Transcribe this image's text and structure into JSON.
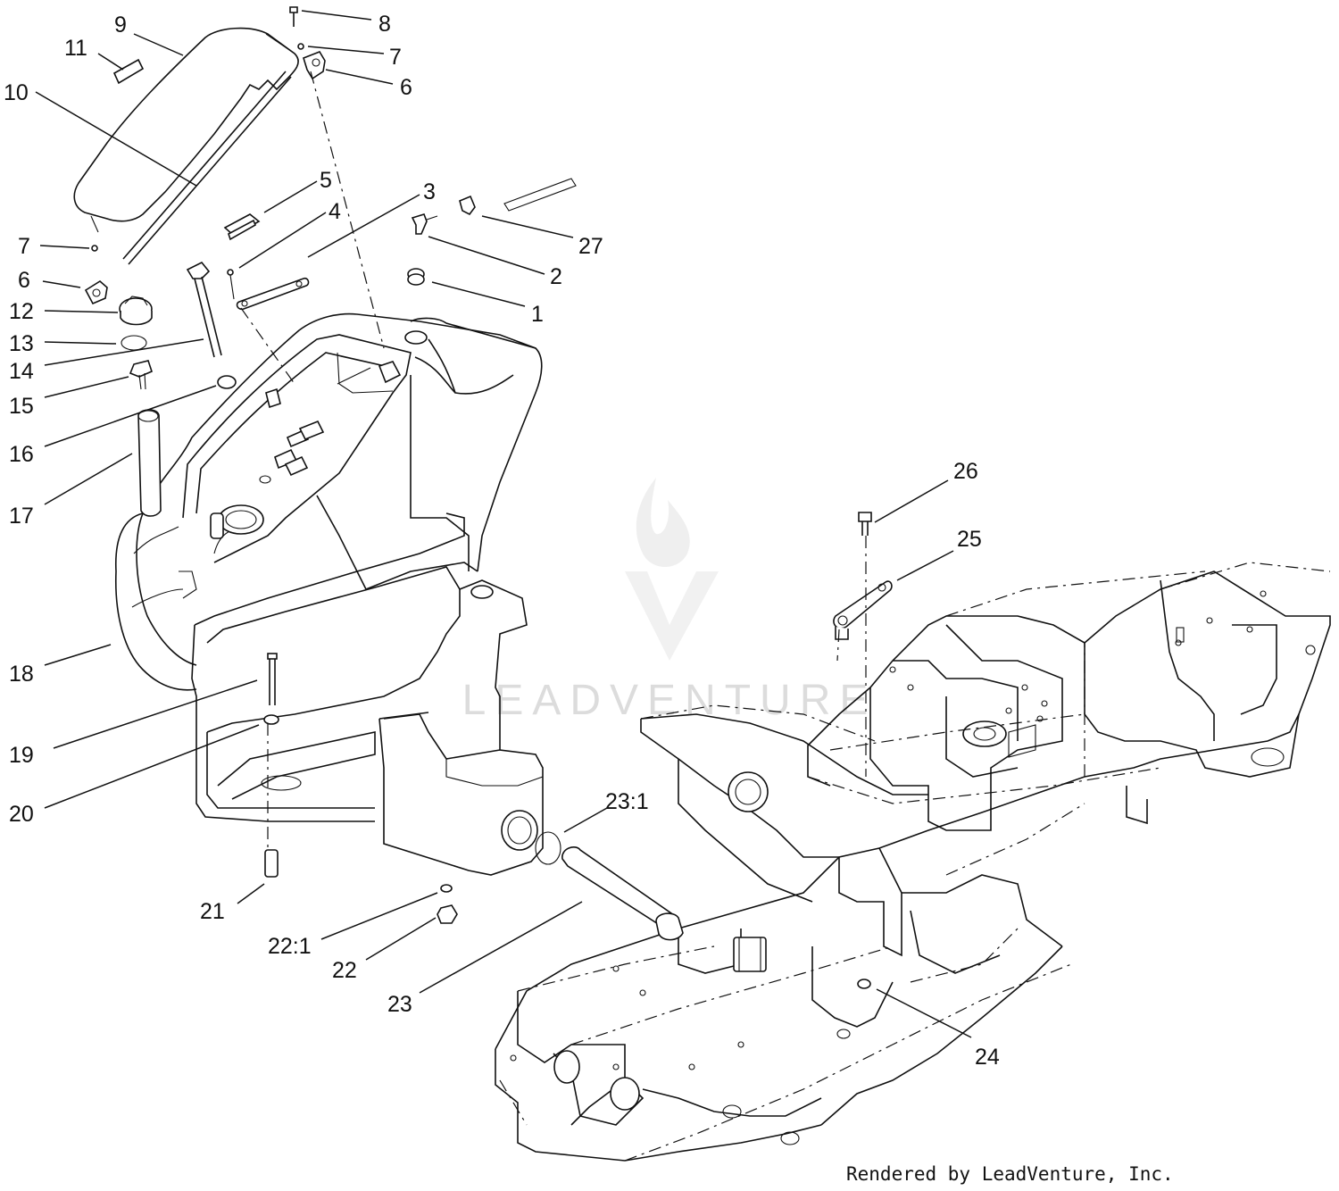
{
  "callouts": [
    {
      "id": "c9",
      "text": "9"
    },
    {
      "id": "c11",
      "text": "11"
    },
    {
      "id": "c10",
      "text": "10"
    },
    {
      "id": "c8",
      "text": "8"
    },
    {
      "id": "c7a",
      "text": "7"
    },
    {
      "id": "c6a",
      "text": "6"
    },
    {
      "id": "c5",
      "text": "5"
    },
    {
      "id": "c4",
      "text": "4"
    },
    {
      "id": "c3",
      "text": "3"
    },
    {
      "id": "c27",
      "text": "27"
    },
    {
      "id": "c2",
      "text": "2"
    },
    {
      "id": "c1",
      "text": "1"
    },
    {
      "id": "c7b",
      "text": "7"
    },
    {
      "id": "c6b",
      "text": "6"
    },
    {
      "id": "c12",
      "text": "12"
    },
    {
      "id": "c13",
      "text": "13"
    },
    {
      "id": "c14",
      "text": "14"
    },
    {
      "id": "c15",
      "text": "15"
    },
    {
      "id": "c16",
      "text": "16"
    },
    {
      "id": "c17",
      "text": "17"
    },
    {
      "id": "c18",
      "text": "18"
    },
    {
      "id": "c19",
      "text": "19"
    },
    {
      "id": "c20",
      "text": "20"
    },
    {
      "id": "c21",
      "text": "21"
    },
    {
      "id": "c22_1",
      "text": "22:1"
    },
    {
      "id": "c22",
      "text": "22"
    },
    {
      "id": "c23",
      "text": "23"
    },
    {
      "id": "c23_1",
      "text": "23:1"
    },
    {
      "id": "c24",
      "text": "24"
    },
    {
      "id": "c25",
      "text": "25"
    },
    {
      "id": "c26",
      "text": "26"
    }
  ],
  "watermark": "LEADVENTURE",
  "credit": "Rendered by LeadVenture, Inc."
}
